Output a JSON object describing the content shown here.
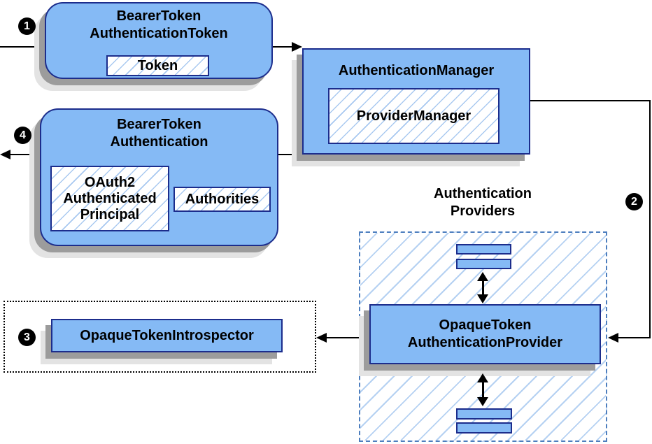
{
  "badges": {
    "step1": "1",
    "step2": "2",
    "step3": "3",
    "step4": "4"
  },
  "nodes": {
    "bearer_token_authentication_token": {
      "title": "BearerToken\nAuthenticationToken",
      "token_label": "Token"
    },
    "authentication_manager": {
      "title": "AuthenticationManager",
      "provider_manager_label": "ProviderManager"
    },
    "bearer_token_authentication": {
      "title": "BearerToken\nAuthentication",
      "principal_label": "OAuth2\nAuthenticated\nPrincipal",
      "authorities_label": "Authorities"
    },
    "authentication_providers": {
      "label": "Authentication\nProviders"
    },
    "opaque_token_authentication_provider": {
      "title": "OpaqueToken\nAuthenticationProvider"
    },
    "opaque_token_introspector": {
      "title": "OpaqueTokenIntrospector"
    }
  },
  "colors": {
    "node_fill": "#85baf5",
    "node_border": "#1c2d8c",
    "chip_hatch_line": "#a9c9f0",
    "container_hatch_line": "#b5d1f2",
    "container_dashed_border": "#4d7ebe",
    "dotted_border": "#000000",
    "shadow_dark": "#9c9c9c",
    "shadow_light": "#e3e3e3",
    "connector": "#000000",
    "badge_background": "#000000",
    "badge_text": "#ffffff",
    "text": "#000000",
    "background": "#ffffff"
  }
}
